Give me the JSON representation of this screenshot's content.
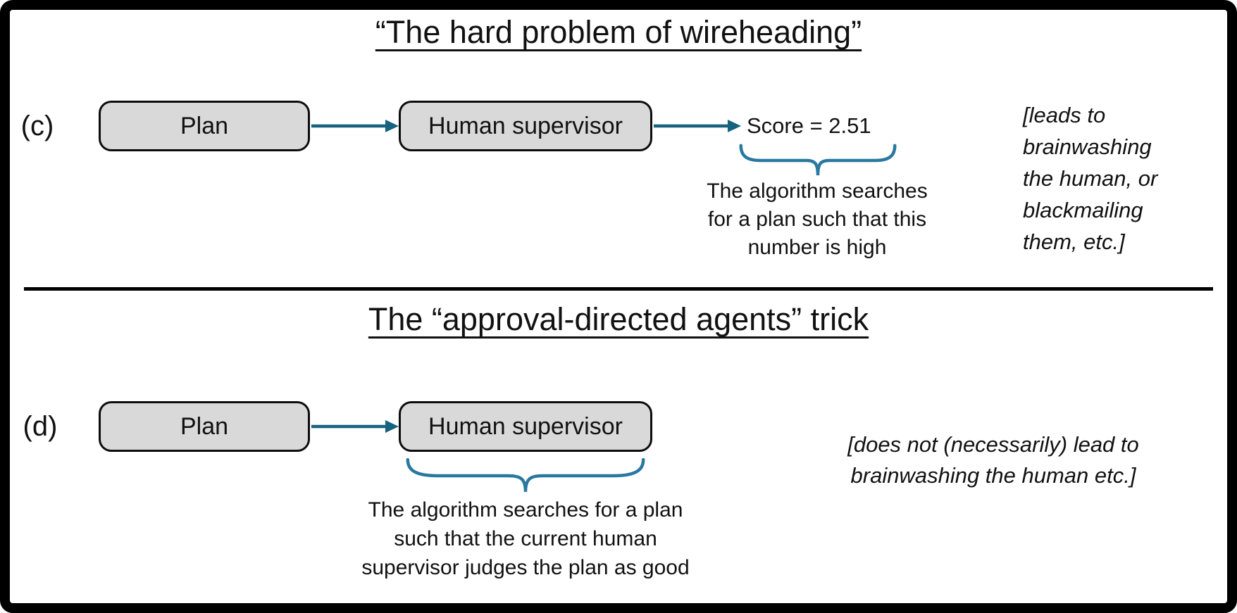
{
  "colors": {
    "frame": "#000000",
    "text": "#111111",
    "arrow": "#16627f",
    "brace": "#2878a0",
    "box_fill": "#d9d9d9",
    "box_border": "#0d0d0d",
    "divider": "#000000"
  },
  "top_panel": {
    "title": "“The hard problem of wireheading”",
    "label": "(c)",
    "plan_box_label": "Plan",
    "supervisor_box_label": "Human supervisor",
    "score_text": "Score = 2.51",
    "brace_caption_lines": [
      "The algorithm searches",
      "for a plan such that this",
      "number is high"
    ],
    "side_note_lines": [
      "[leads to",
      "brainwashing",
      "the human, or",
      "blackmailing",
      "them, etc.]"
    ]
  },
  "bottom_panel": {
    "title": "The “approval-directed agents” trick",
    "label": "(d)",
    "plan_box_label": "Plan",
    "supervisor_box_label": "Human supervisor",
    "brace_caption_lines": [
      "The algorithm searches for a plan",
      "such that the current human",
      "supervisor judges the plan as good"
    ],
    "side_note_lines": [
      "[does not (necessarily) lead to",
      "brainwashing the human etc.]"
    ]
  }
}
